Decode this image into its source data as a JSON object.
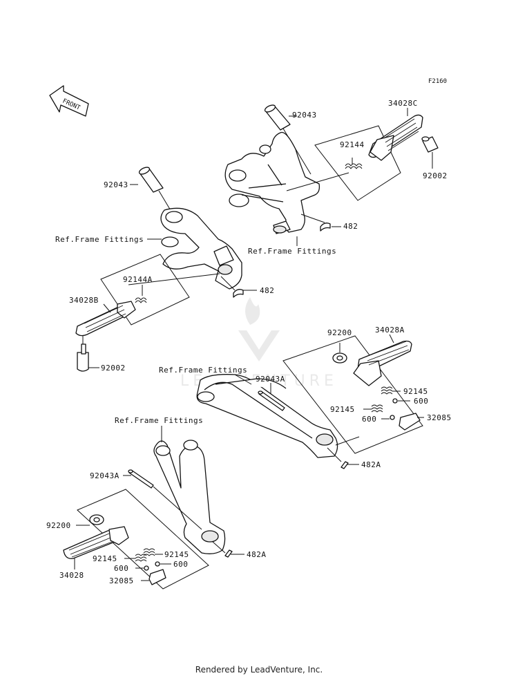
{
  "diagram_code": "F2160",
  "front_label": "FRONT",
  "watermark_text": "LEADVENTURE",
  "labels": {
    "p92043_top": "92043",
    "p34028C": "34028C",
    "p92144": "92144",
    "p92002_right": "92002",
    "p482_top": "482",
    "ref_frame_center": "Ref.Frame Fittings",
    "p92043_left": "92043",
    "ref_frame_left": "Ref.Frame Fittings",
    "p92144A": "92144A",
    "p482_mid": "482",
    "p34028B": "34028B",
    "p92002_left": "92002",
    "p92200_right": "92200",
    "p34028A": "34028A",
    "ref_frame_right": "Ref.Frame Fittings",
    "p92043A_right": "92043A",
    "p92145_r1": "92145",
    "p600_r1": "600",
    "p92145_r2": "92145",
    "p600_r2": "600",
    "p32085_right": "32085",
    "p482A_right": "482A",
    "ref_frame_lower": "Ref.Frame Fittings",
    "p92043A_left": "92043A",
    "p92200_left": "92200",
    "p92145_l1": "92145",
    "p92145_l2": "92145",
    "p600_l1": "600",
    "p600_l2": "600",
    "p34028": "34028",
    "p32085_left": "32085",
    "p482A_left": "482A"
  },
  "footer": "Rendered by LeadVenture, Inc."
}
